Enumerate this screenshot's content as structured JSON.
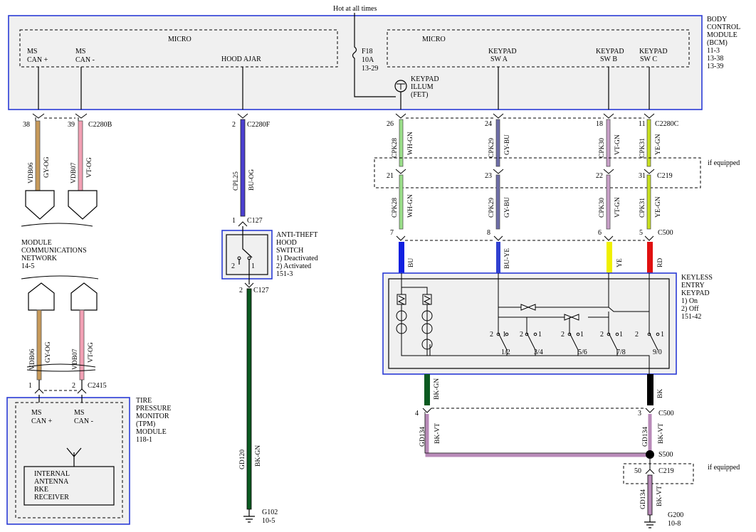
{
  "top_power_label": "Hot at all times",
  "bcm": {
    "label": [
      "BODY",
      "CONTROL",
      "MODULE",
      "(BCM)",
      "11-3",
      "13-38",
      "13-39"
    ],
    "micro_left": "MICRO",
    "micro_right": "MICRO",
    "ms_can_plus": [
      "MS",
      "CAN +"
    ],
    "ms_can_minus": [
      "MS",
      "CAN -"
    ],
    "hood_ajar": "HOOD AJAR",
    "fuse": [
      "F18",
      "10A",
      "13-29"
    ],
    "keypad_illum": [
      "KEYPAD",
      "ILLUM",
      "(FET)"
    ],
    "sw_a": [
      "KEYPAD",
      "SW A"
    ],
    "sw_b": [
      "KEYPAD",
      "SW B"
    ],
    "sw_c": [
      "KEYPAD",
      "SW C"
    ]
  },
  "connectors": {
    "c2280b": "C2280B",
    "c2280f": "C2280F",
    "c2280c": "C2280C",
    "c219": "C219",
    "c127": "C127",
    "c500": "C500",
    "c2415": "C2415",
    "s500": "S500",
    "g102": [
      "G102",
      "10-5"
    ],
    "g200": [
      "G200",
      "10-8"
    ],
    "if_equipped": "if equipped"
  },
  "pins": {
    "p38": "38",
    "p39": "39",
    "p2f": "2",
    "p26": "26",
    "p24": "24",
    "p18": "18",
    "p11": "11",
    "p21": "21",
    "p23": "23",
    "p22": "22",
    "p31": "31",
    "p7": "7",
    "p8": "8",
    "p6": "6",
    "p5": "5",
    "p1c127": "1",
    "p2c127": "2",
    "p1b": "1",
    "p2b": "2",
    "p4": "4",
    "p3": "3",
    "p50": "50"
  },
  "wires": {
    "vdb06": [
      "VDB06",
      "GY-OG"
    ],
    "vdb07": [
      "VDB07",
      "VT-OG"
    ],
    "cpl25": [
      "CPL25",
      "BU-OG"
    ],
    "cpk28": [
      "CPK28",
      "WH-GN"
    ],
    "cpk29": [
      "CPK29",
      "GY-BU"
    ],
    "cpk30": [
      "CPK30",
      "VT-GN"
    ],
    "cpk31": [
      "CPK31",
      "YE-GN"
    ],
    "bu": "BU",
    "bu_ye": "BU-YE",
    "ye": "YE",
    "rd": "RD",
    "bk_gn": "BK-GN",
    "bk": "BK",
    "gd134": [
      "GD134",
      "BK-VT"
    ],
    "gd120": [
      "GD120",
      "BK-GN"
    ]
  },
  "network": [
    "MODULE",
    "COMMUNICATIONS",
    "NETWORK",
    "14-5"
  ],
  "hood_switch": {
    "label": [
      "ANTI-THEFT",
      "HOOD",
      "SWITCH",
      "1) Deactivated",
      "2) Activated",
      "151-3"
    ],
    "pos2": "2",
    "pos1": "1"
  },
  "keypad": {
    "label": [
      "KEYLESS",
      "ENTRY",
      "KEYPAD",
      "1) On",
      "2) Off",
      "151-42"
    ],
    "buttons": [
      "1/2",
      "3/4",
      "5/6",
      "7/8",
      "9/0"
    ],
    "sw_pos2": "2",
    "sw_pos1": "1"
  },
  "tpm": {
    "label": [
      "TIRE",
      "PRESSURE",
      "MONITOR",
      "(TPM)",
      "MODULE",
      "118-1"
    ],
    "ms_can_plus": [
      "MS",
      "CAN +"
    ],
    "ms_can_minus": [
      "MS",
      "CAN -"
    ],
    "receiver": [
      "INTERNAL",
      "ANTENNA",
      "RKE",
      "RECEIVER"
    ]
  },
  "colors": {
    "module_border": "#2a3bd6",
    "module_fill": "#f0f0f0",
    "gy_og": "#c79a5a",
    "vt_og": "#f2a0b4",
    "bu_og": "#4b3fd0",
    "wh_gn": "#9be08a",
    "gy_bu": "#6e6ea8",
    "vt_gn": "#c8a0c8",
    "ye_gn": "#c8e020",
    "bu": "#1020e0",
    "bu_ye": "#3040d0",
    "ye": "#f0f000",
    "rd": "#e01010",
    "bk_gn": "#0a5a20",
    "bk": "#000000",
    "bk_vt": "#b88ab8"
  }
}
